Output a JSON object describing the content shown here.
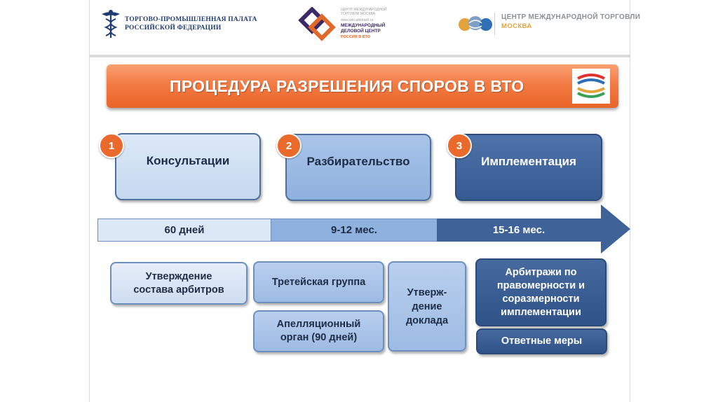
{
  "header": {
    "tpp_line1": "ТОРГОВО-ПРОМЫШЛЕННАЯ ПАЛАТА",
    "tpp_line2": "РОССИЙСКОЙ ФЕДЕРАЦИИ",
    "mdc_small_line1": "ЦЕНТР МЕЖДУНАРОДНОЙ",
    "mdc_small_line2": "ТОРГОВЛИ МОСКВА",
    "mdc_url": "www.wto.arbitrazh.ru",
    "mdc_main_line1": "МЕЖДУНАРОДНЫЙ",
    "mdc_main_line2": "ДЕЛОВОЙ ЦЕНТР",
    "mdc_sub": "РОССИЯ В ВТО",
    "cmt_title": "ЦЕНТР МЕЖДУНАРОДНОЙ ТОРГОВЛИ",
    "cmt_sub": "МОСКВА"
  },
  "title": "ПРОЦЕДУРА РАЗРЕШЕНИЯ СПОРОВ В ВТО",
  "stages": [
    {
      "number": "1",
      "label": "Консультации"
    },
    {
      "number": "2",
      "label": "Разбирательство"
    },
    {
      "number": "3",
      "label": "Имплементация"
    }
  ],
  "timeline": [
    "60 дней",
    "9-12 мес.",
    "15-16 мес."
  ],
  "boxes": {
    "arbitrators_line1": "Утверждение",
    "arbitrators_line2": "состава арбитров",
    "panel": "Третейская группа",
    "appellate_line1": "Апелляционный",
    "appellate_line2": "орган (90 дней)",
    "report_line1": "Утверж-",
    "report_line2": "дение",
    "report_line3": "доклада",
    "arbitration_line1": "Арбитражи по",
    "arbitration_line2": "правомерности и",
    "arbitration_line3": "соразмерности",
    "arbitration_line4": "имплементации",
    "countermeasures": "Ответные меры"
  },
  "colors": {
    "title_orange": "#f27b44",
    "badge_orange": "#ea6a2c",
    "stage_light": "#c4d8f0",
    "stage_mid": "#8fb1de",
    "stage_dark": "#365a92",
    "navy_text": "#1e2c45"
  },
  "icons": {
    "tpp_logo": "caduceus-icon",
    "mdc_logo": "interlocked-squares-icon",
    "cmt_logo": "globe-trio-icon",
    "wto_logo": "wto-logo"
  }
}
